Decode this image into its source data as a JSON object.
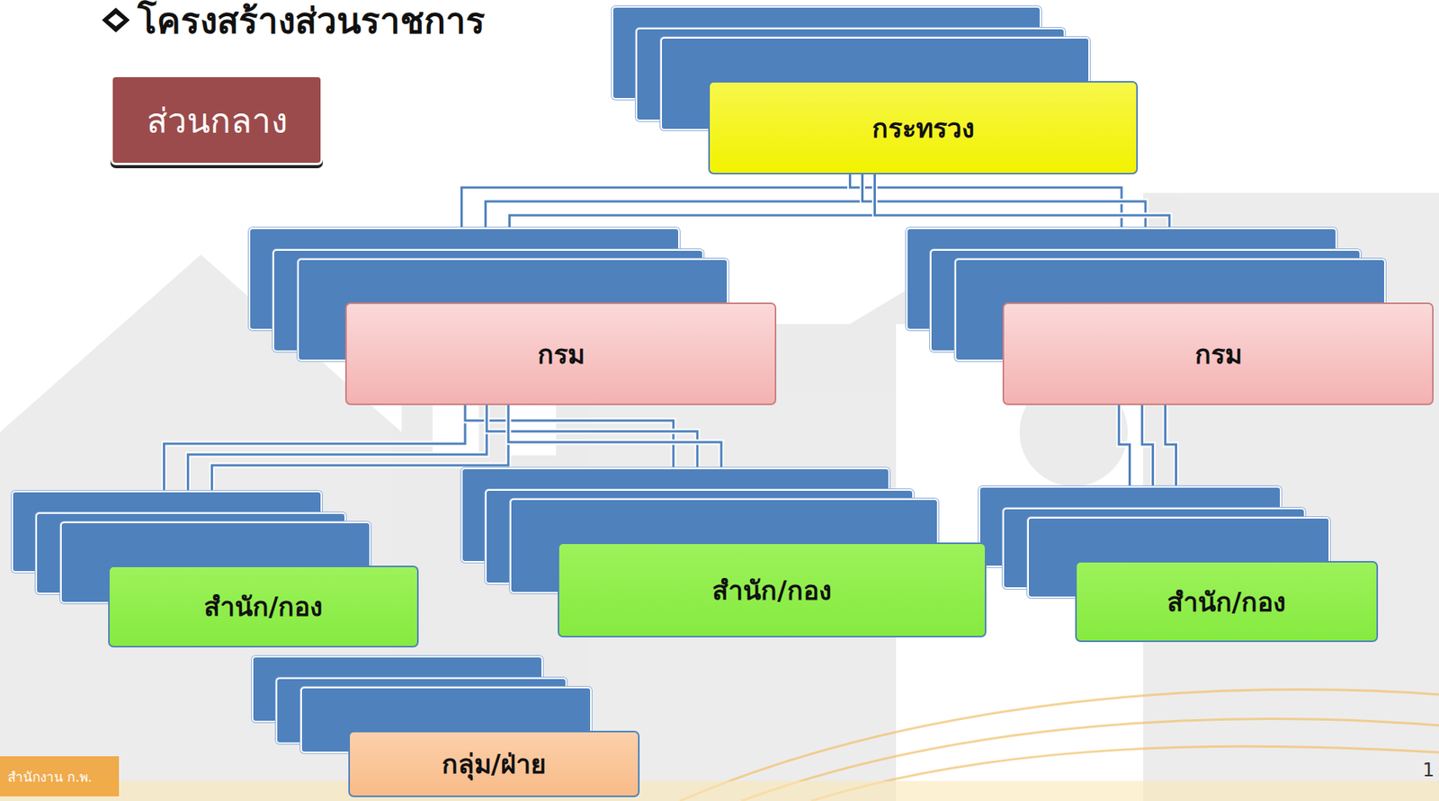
{
  "diagram": {
    "title": "โครงสร้างส่วนราชการ",
    "nodes": [
      {
        "text": [
          "ส่วนกลาง"
        ]
      },
      {
        "text": [
          "กระทรวง"
        ]
      },
      {
        "text": [
          "กรม"
        ]
      },
      {
        "text": [
          "กรม"
        ]
      },
      {
        "text": [
          "สำนัก/กอง"
        ]
      },
      {
        "text": [
          "สำนัก/กอง"
        ]
      },
      {
        "text": [
          "สำนัก/กอง"
        ]
      },
      {
        "text": [
          "กลุ่ม/ฝ่าย"
        ]
      }
    ],
    "edges": [
      {
        "from": 1,
        "to": 2,
        "arrow": "none"
      },
      {
        "from": 1,
        "to": 3,
        "arrow": "none"
      },
      {
        "from": 2,
        "to": 4,
        "arrow": "none"
      },
      {
        "from": 2,
        "to": 5,
        "arrow": "none"
      },
      {
        "from": 3,
        "to": 6,
        "arrow": "none"
      }
    ],
    "labels": [
      "สำนักงาน ก.พ.",
      "1"
    ]
  }
}
